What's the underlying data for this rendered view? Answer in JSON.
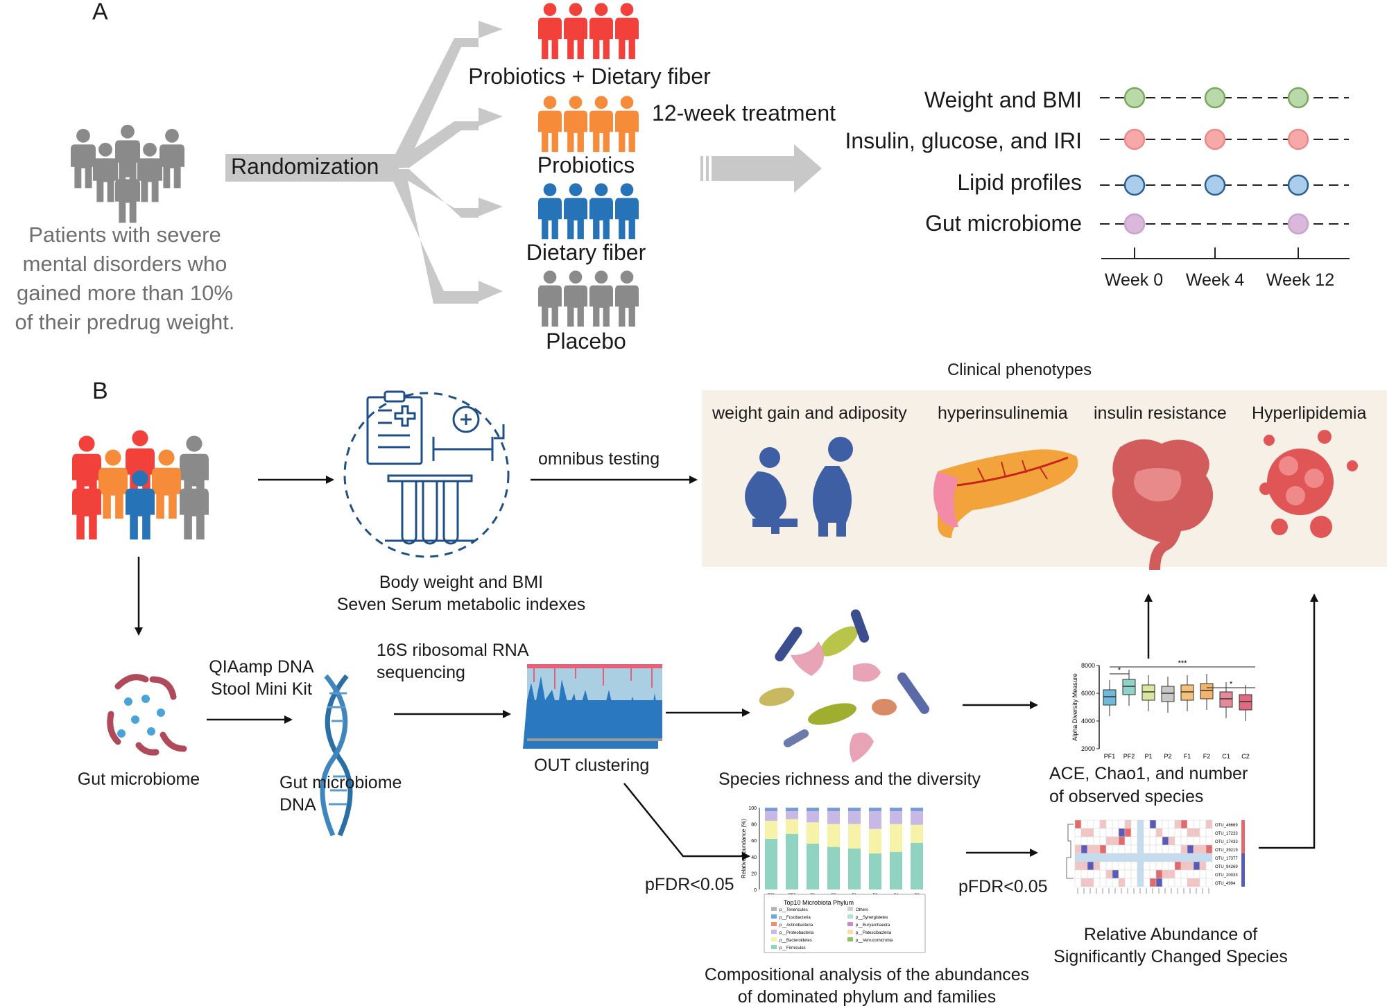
{
  "panelA": {
    "label": "A",
    "patients": [
      "Patients  with severe",
      "mental disorders who",
      "gained more than 10%",
      "of their predrug weight."
    ],
    "randomization": "Randomization",
    "groups": [
      {
        "label": "Probiotics + Dietary fiber",
        "color": "#f2403a"
      },
      {
        "label": "Probiotics",
        "color": "#f68b3a"
      },
      {
        "label": "Dietary fiber",
        "color": "#2673b8"
      },
      {
        "label": "Placebo",
        "color": "#8a8a8a"
      }
    ],
    "treatment": "12-week treatment",
    "measures": [
      {
        "label": "Weight and BMI",
        "color": "#b9d9a8",
        "stroke": "#7aa860",
        "weeks": [
          0,
          4,
          12
        ]
      },
      {
        "label": "Insulin, glucose, and IRI",
        "color": "#f7a8a8",
        "stroke": "#e98a8a",
        "weeks": [
          0,
          4,
          12
        ]
      },
      {
        "label": "Lipid profiles",
        "color": "#a9cdea",
        "stroke": "#2b5f91",
        "weeks": [
          0,
          4,
          12
        ]
      },
      {
        "label": "Gut microbiome",
        "color": "#d9b8dc",
        "stroke": "#c9a3cc",
        "weeks": [
          0,
          12
        ]
      }
    ],
    "weeks": [
      {
        "value": 0,
        "label": "Week 0"
      },
      {
        "value": 4,
        "label": "Week 4"
      },
      {
        "value": 12,
        "label": "Week 12"
      }
    ]
  },
  "panelB": {
    "label": "B",
    "clinical_title": "Clinical phenotypes",
    "phenotypes": [
      "weight gain and adiposity",
      "hyperinsulinemia",
      "insulin resistance",
      "Hyperlipidemia"
    ],
    "omnibus": "omnibus testing",
    "body_weight": [
      "Body weight and BMI",
      "Seven Serum  metabolic indexes"
    ],
    "gut_microbiome": "Gut microbiome",
    "kit": [
      "QIAamp DNA",
      "Stool Mini Kit"
    ],
    "dna": [
      "Gut microbiome",
      "DNA"
    ],
    "sequencing": [
      "16S ribosomal RNA",
      "sequencing"
    ],
    "otu": "OUT clustering",
    "species": "Species richness and the diversity",
    "ace": [
      "ACE, Chao1, and number",
      "of observed species"
    ],
    "pfdr1": "pFDR<0.05",
    "pfdr2": "pFDR<0.05",
    "composition": [
      "Compositional analysis of the abundances",
      "of dominated phylum and families"
    ],
    "relative": [
      "Relative Abundance of",
      "Significantly Changed Species"
    ]
  },
  "boxplot": {
    "ylabel": "Alpha Diversity Measure",
    "ticks": [
      "8000",
      "6000",
      "4000",
      "2000"
    ],
    "groups": [
      "PF1",
      "PF2",
      "P1",
      "P2",
      "F1",
      "F2",
      "C1",
      "C2"
    ],
    "sig": [
      "*",
      "***",
      "*"
    ]
  },
  "stacked": {
    "ylabel": "Relative Abundance (%)",
    "ticks": [
      "100",
      "80",
      "60",
      "40",
      "20",
      "0"
    ],
    "groups": [
      "PF1",
      "PF2",
      "P1",
      "P2",
      "F1",
      "F2",
      "C1",
      "C2"
    ],
    "legend_title": "Top10 Microbiota Phylum",
    "legend": [
      "p__Tenericutes",
      "Others",
      "p__Fusobacteria",
      "p__Synergistetes",
      "p__Actinobacteria",
      "p__Euryarchaeota",
      "p__Proteobacteria",
      "p__Patescibacteria",
      "p__Bacteroidetes",
      "p__Verrucomicrobia",
      "p__Firmicutes"
    ]
  },
  "heatmap": {
    "rows": [
      "OTU_46669",
      "OTU_17233",
      "OTU_17433",
      "OTU_39219",
      "OTU_17377",
      "OTU_94269",
      "OTU_20033",
      "OTU_4994"
    ]
  }
}
